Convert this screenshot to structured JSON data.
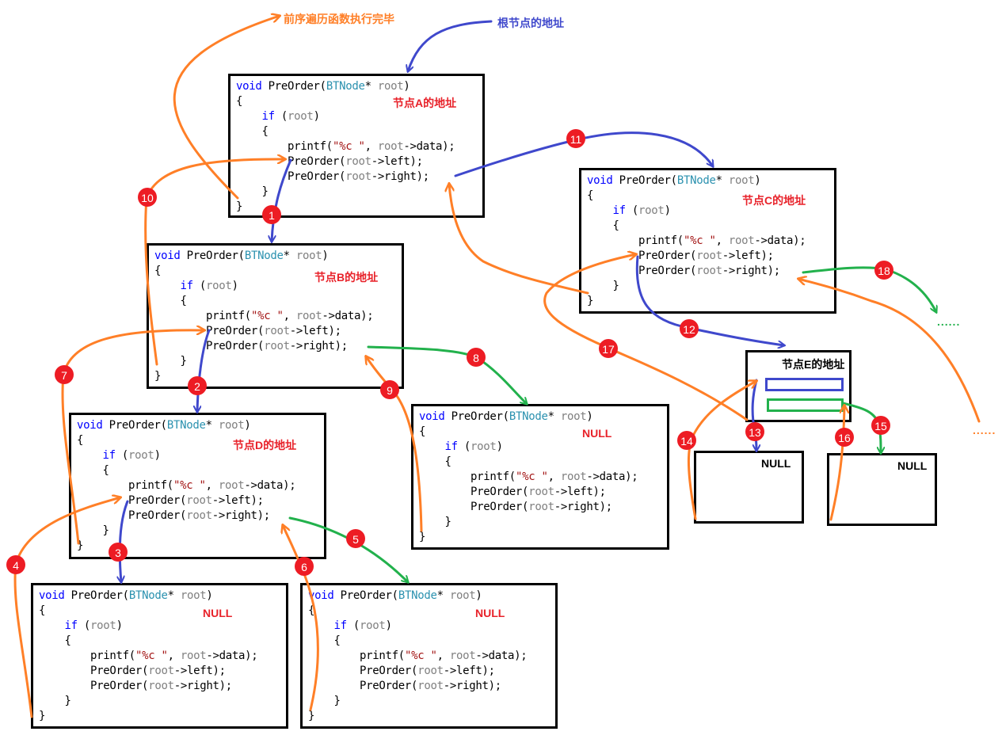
{
  "annotations": {
    "finish_note": "前序遍历函数执行完毕",
    "root_address_note": "根节点的地址"
  },
  "colors": {
    "call_left": "#3f48cc",
    "call_right": "#22b14c",
    "return": "#ff7f27",
    "badge": "#ed1c24",
    "label": "#e8222a"
  },
  "code": {
    "line1": [
      "void",
      " PreOrder(",
      "BTNode",
      "* ",
      "root",
      ")"
    ],
    "open_brace": "{",
    "if_kw": "if",
    "if_rest_open": " (",
    "if_root": "root",
    "if_rest_close": ")",
    "inner_open": "{",
    "printf_fn": "printf(",
    "printf_fmt": "\"%c \"",
    "printf_sep": ", ",
    "printf_root": "root",
    "printf_rest": "->data);",
    "left_fn": "PreOrder(",
    "left_root": "root",
    "left_rest": "->left);",
    "right_fn": "PreOrder(",
    "right_root": "root",
    "right_rest": "->right);",
    "inner_close": "}",
    "close_brace": "}"
  },
  "frames": [
    {
      "id": "A",
      "label": "节点A的地址"
    },
    {
      "id": "B",
      "label": "节点B的地址"
    },
    {
      "id": "C",
      "label": "节点C的地址"
    },
    {
      "id": "D",
      "label": "节点D的地址"
    },
    {
      "id": "D-left",
      "label": "NULL"
    },
    {
      "id": "D-right",
      "label": "NULL"
    },
    {
      "id": "B-right",
      "label": "NULL"
    }
  ],
  "node_e": {
    "label": "节点E的地址"
  },
  "null_boxes": [
    {
      "id": "E-left",
      "label": "NULL"
    },
    {
      "id": "E-right",
      "label": "NULL"
    }
  ],
  "continuation": {
    "green": "......",
    "orange": "......"
  },
  "steps": [
    {
      "n": "1",
      "kind": "call_left"
    },
    {
      "n": "2",
      "kind": "call_left"
    },
    {
      "n": "3",
      "kind": "call_left"
    },
    {
      "n": "4",
      "kind": "return"
    },
    {
      "n": "5",
      "kind": "call_right"
    },
    {
      "n": "6",
      "kind": "return"
    },
    {
      "n": "7",
      "kind": "return"
    },
    {
      "n": "8",
      "kind": "call_right"
    },
    {
      "n": "9",
      "kind": "return"
    },
    {
      "n": "10",
      "kind": "return"
    },
    {
      "n": "11",
      "kind": "call_left"
    },
    {
      "n": "12",
      "kind": "call_left"
    },
    {
      "n": "13",
      "kind": "call_left"
    },
    {
      "n": "14",
      "kind": "return"
    },
    {
      "n": "15",
      "kind": "call_right"
    },
    {
      "n": "16",
      "kind": "return"
    },
    {
      "n": "17",
      "kind": "return"
    },
    {
      "n": "18",
      "kind": "call_right"
    }
  ]
}
